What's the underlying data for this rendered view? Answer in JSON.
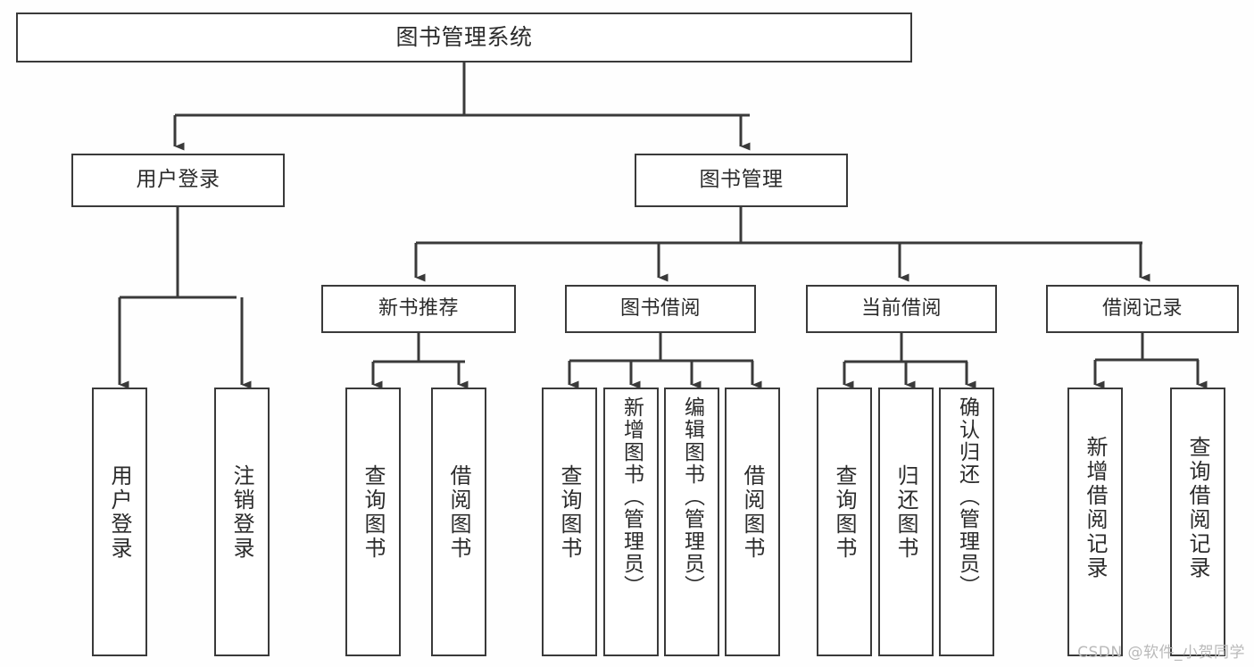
{
  "diagram": {
    "title": "图书管理系统",
    "type": "tree-hierarchy-chart",
    "colors": {
      "background": "#fefefe",
      "box_fill": "#ffffff",
      "box_border": "#3a3a3a",
      "edge": "#3a3a3a",
      "text": "#2b2b2b",
      "watermark": "#b9b9b9"
    },
    "root": {
      "label": "图书管理系统"
    },
    "level1": [
      {
        "label": "用户登录"
      },
      {
        "label": "图书管理"
      }
    ],
    "level2": [
      {
        "label": "新书推荐"
      },
      {
        "label": "图书借阅"
      },
      {
        "label": "当前借阅"
      },
      {
        "label": "借阅记录"
      }
    ],
    "leaves": {
      "user_login": [
        {
          "label": "用户登录"
        },
        {
          "label": "注销登录"
        }
      ],
      "new_book": [
        {
          "label": "查询图书"
        },
        {
          "label": "借阅图书"
        }
      ],
      "book_borrow": [
        {
          "label": "查询图书"
        },
        {
          "label": "新增图书（管理员）"
        },
        {
          "label": "编辑图书（管理员）"
        },
        {
          "label": "借阅图书"
        }
      ],
      "current_borrow": [
        {
          "label": "查询图书"
        },
        {
          "label": "归还图书"
        },
        {
          "label": "确认归还（管理员）"
        }
      ],
      "borrow_record": [
        {
          "label": "新增借阅记录"
        },
        {
          "label": "查询借阅记录"
        }
      ]
    }
  },
  "watermark": {
    "text": "CSDN @软件_小贺同学"
  }
}
